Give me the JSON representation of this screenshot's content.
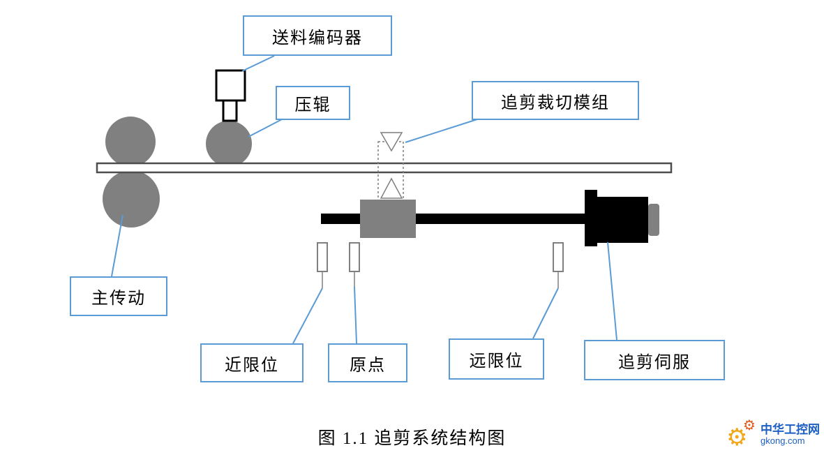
{
  "figure": {
    "caption": "图 1.1  追剪系统结构图",
    "labels": {
      "feed_encoder": "送料编码器",
      "pressure_roller": "压辊",
      "shear_module": "追剪裁切模组",
      "main_drive": "主传动",
      "near_limit": "近限位",
      "origin": "原点",
      "far_limit": "远限位",
      "shear_servo": "追剪伺服"
    },
    "colors": {
      "label_box_border": "#5b9bd5",
      "callout_line": "#5b9bd5",
      "roller_gray": "#808080",
      "mechanism_black": "#000000",
      "outline_gray": "#7f7f7f"
    }
  },
  "watermark": {
    "site_name": "中华工控网",
    "site_url": "gkong.com",
    "icons": {
      "gear": "⚙"
    },
    "colors": {
      "gear_primary": "#f0a71b",
      "gear_secondary": "#e2591a",
      "text_blue": "#1b5fc4"
    }
  }
}
